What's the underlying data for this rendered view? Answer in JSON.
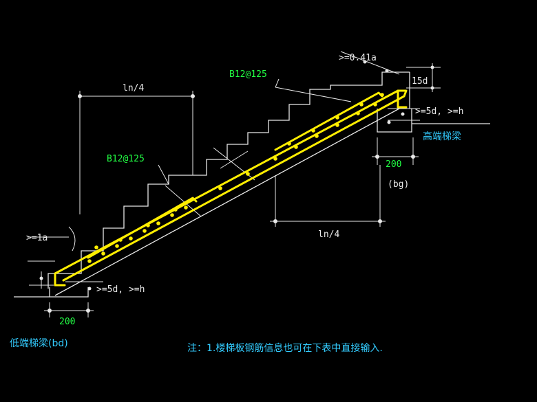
{
  "labels": {
    "ln4_left": "ln/4",
    "ln4_right": "ln/4",
    "rebar_upper": "B12@125",
    "rebar_lower": "B12@125",
    "anchor_041la": ">=0.41a",
    "hook_15d": "15d",
    "gte_5d_h_right": ">=5d, >=h",
    "gte_5d_h_left": ">=5d, >=h",
    "gte_la": ">=1a",
    "dim_200_right": "200",
    "dim_200_left": "200",
    "bg": "(bg)",
    "high_beam": "高端梯梁",
    "low_beam": "低端梯梁(bd)",
    "note": "注：1.楼梯板钢筋信息也可在下表中直接输入."
  },
  "colors": {
    "background": "#000000",
    "outline": "#e8e8e8",
    "rebar": "#ffee00",
    "label_green": "#22ff44",
    "label_cyan": "#33ccff"
  }
}
